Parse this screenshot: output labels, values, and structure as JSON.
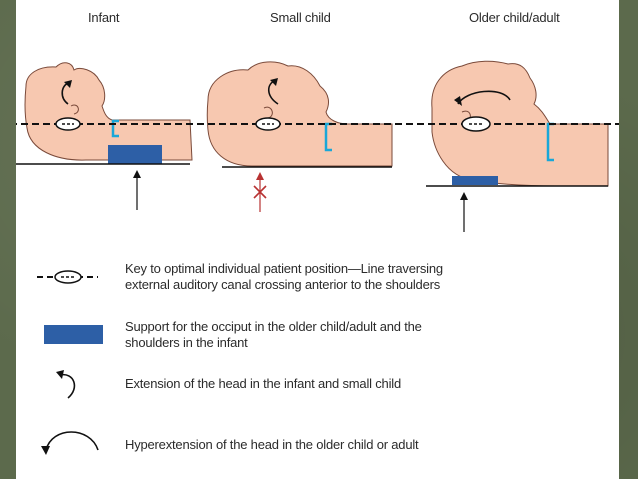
{
  "columns": {
    "infant": "Infant",
    "small_child": "Small child",
    "older": "Older child/adult"
  },
  "legend": {
    "line_key_1": "Key to optimal individual patient position—Line traversing",
    "line_key_2": "external auditory canal crossing anterior to the shoulders",
    "support_1": "Support for the occiput in the older child/adult and the",
    "support_2": "shoulders in the infant",
    "extension": "Extension of the head in the infant and small child",
    "hyperextension": "Hyperextension of the head in the older child or adult"
  },
  "colors": {
    "skin": "#f7c8b0",
    "skin_outline": "#7a4a3a",
    "support": "#2d5fa6",
    "accent_cyan": "#19a7d8",
    "cross": "#b83232",
    "background": "#5c6a4c"
  }
}
